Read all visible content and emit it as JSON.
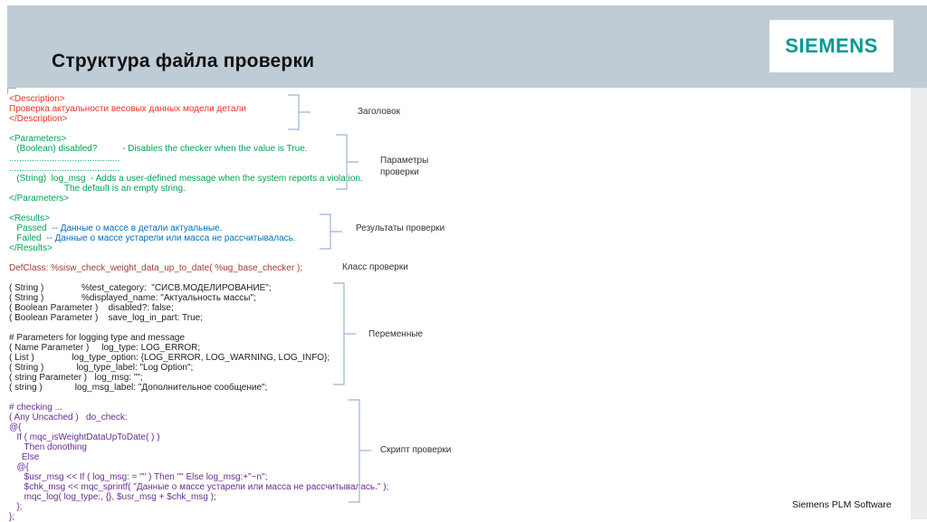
{
  "slide": {
    "title": "Структура файла проверки"
  },
  "branding": {
    "logo": "SIEMENS",
    "logo_color": "#009A93",
    "footer": "Siemens PLM Software",
    "band_color": "#bfccd6"
  },
  "annotations": {
    "items": [
      {
        "label": "Заголовок"
      },
      {
        "label": "Параметры проверки"
      },
      {
        "label": "Результаты проверки"
      },
      {
        "label": "Класс проверки"
      },
      {
        "label": "Переменные"
      },
      {
        "label": "Скрипт проверки"
      }
    ]
  },
  "code": {
    "colors": {
      "red": "#EE3124",
      "green": "#00A456",
      "blue": "#0070C0",
      "maroon": "#A03B35",
      "black": "#222222",
      "purple": "#682E90"
    },
    "lines": [
      {
        "segs": [
          {
            "c": "red",
            "t": "<Description>"
          }
        ]
      },
      {
        "segs": [
          {
            "c": "red",
            "t": "Проверка актуальности весовых данных модели детали"
          }
        ]
      },
      {
        "segs": [
          {
            "c": "red",
            "t": "</Description>"
          }
        ]
      },
      {
        "segs": []
      },
      {
        "segs": [
          {
            "c": "green",
            "t": "<Parameters>"
          }
        ]
      },
      {
        "segs": [
          {
            "c": "green",
            "t": "   (Boolean) disabled?          - Disables the checker when the value is True."
          }
        ]
      },
      {
        "segs": [
          {
            "c": "green",
            "t": "............................................"
          }
        ]
      },
      {
        "segs": [
          {
            "c": "green",
            "t": "............................................"
          }
        ]
      },
      {
        "segs": [
          {
            "c": "green",
            "t": "   (String)  log_msg  - Adds a user-defined message when the system reports a violation."
          }
        ]
      },
      {
        "segs": [
          {
            "c": "green",
            "t": "                      The default is an empty string."
          }
        ]
      },
      {
        "segs": [
          {
            "c": "green",
            "t": "</Parameters>"
          }
        ]
      },
      {
        "segs": []
      },
      {
        "segs": [
          {
            "c": "green",
            "t": "<Results>"
          }
        ]
      },
      {
        "segs": [
          {
            "c": "green",
            "t": "   Passed  "
          },
          {
            "c": "blue",
            "t": "-- Данные о массе в детали актуальные."
          }
        ]
      },
      {
        "segs": [
          {
            "c": "green",
            "t": "   Failed  "
          },
          {
            "c": "blue",
            "t": "-- Данные о массе устарели или масса не рассчитывалась."
          }
        ]
      },
      {
        "segs": [
          {
            "c": "green",
            "t": "</Results>"
          }
        ]
      },
      {
        "segs": []
      },
      {
        "segs": [
          {
            "c": "maroon",
            "t": "DefClass: %sisw_check_weight_data_up_to_date( %ug_base_checker );"
          }
        ]
      },
      {
        "segs": []
      },
      {
        "segs": [
          {
            "c": "black",
            "t": "( String )               %test_category:  \"СИСВ.МОДЕЛИРОВАНИЕ\";"
          }
        ]
      },
      {
        "segs": [
          {
            "c": "black",
            "t": "( String )               %displayed_name: \"Актуальность массы\";"
          }
        ]
      },
      {
        "segs": [
          {
            "c": "black",
            "t": "( Boolean Parameter )    disabled?: false;"
          }
        ]
      },
      {
        "segs": [
          {
            "c": "black",
            "t": "( Boolean Parameter )    save_log_in_part: True;"
          }
        ]
      },
      {
        "segs": []
      },
      {
        "segs": [
          {
            "c": "black",
            "t": "# Parameters for logging type and message"
          }
        ]
      },
      {
        "segs": [
          {
            "c": "black",
            "t": "( Name Parameter )     log_type: LOG_ERROR;"
          }
        ]
      },
      {
        "segs": [
          {
            "c": "black",
            "t": "( List )               log_type_option: {LOG_ERROR, LOG_WARNING, LOG_INFO};"
          }
        ]
      },
      {
        "segs": [
          {
            "c": "black",
            "t": "( String )             log_type_label: \"Log Option\";"
          }
        ]
      },
      {
        "segs": [
          {
            "c": "black",
            "t": "( string Parameter )   log_msg: \"\";"
          }
        ]
      },
      {
        "segs": [
          {
            "c": "black",
            "t": "( string )             log_msg_label: \"Дополнительное сообщение\";"
          }
        ]
      },
      {
        "segs": []
      },
      {
        "segs": [
          {
            "c": "purple",
            "t": "# checking ..."
          }
        ]
      },
      {
        "segs": [
          {
            "c": "purple",
            "t": "( Any Uncached )   do_check:"
          }
        ]
      },
      {
        "segs": [
          {
            "c": "purple",
            "t": "@{"
          }
        ]
      },
      {
        "segs": [
          {
            "c": "purple",
            "t": "   If ( mqc_isWeightDataUpToDate( ) )"
          }
        ]
      },
      {
        "segs": [
          {
            "c": "purple",
            "t": "      Then donothing"
          }
        ]
      },
      {
        "segs": [
          {
            "c": "purple",
            "t": "     Else"
          }
        ]
      },
      {
        "segs": [
          {
            "c": "purple",
            "t": "   @{"
          }
        ]
      },
      {
        "segs": [
          {
            "c": "purple",
            "t": "      $usr_msg << If ( log_msg: = \"\" ) Then \"\" Else log_msg:+\"~n\";"
          }
        ]
      },
      {
        "segs": [
          {
            "c": "purple",
            "t": "      $chk_msg << mqc_sprintf( \"Данные о массе устарели или масса не рассчитывалась.\" );"
          }
        ]
      },
      {
        "segs": [
          {
            "c": "purple",
            "t": "      mqc_log( log_type:, {}, $usr_msg + $chk_msg );"
          }
        ]
      },
      {
        "segs": [
          {
            "c": "purple",
            "t": "   };"
          }
        ]
      },
      {
        "segs": [
          {
            "c": "purple",
            "t": "};"
          }
        ]
      }
    ]
  }
}
